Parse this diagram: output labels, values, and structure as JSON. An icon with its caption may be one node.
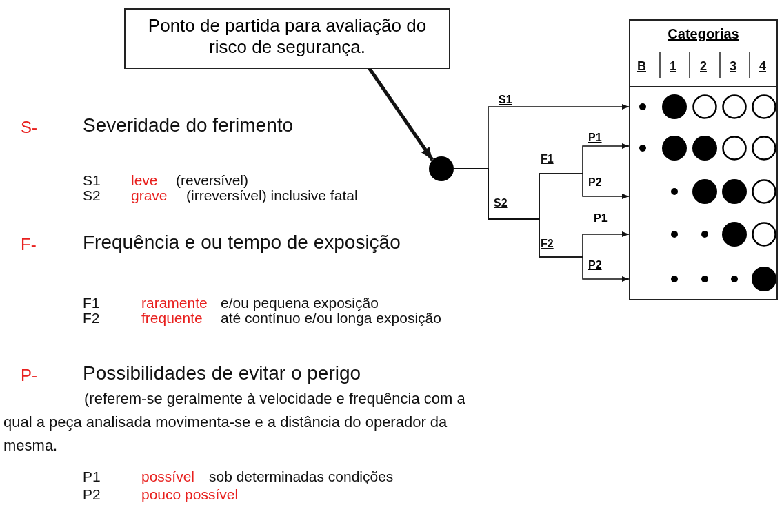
{
  "diagram": {
    "nodes": [
      {
        "text": [
          "Ponto de partida para avaliação do risco de segurança."
        ]
      },
      {
        "text": [],
        "shape": "circle"
      },
      {
        "text": [
          "Categorias"
        ]
      }
    ],
    "edges": [
      {
        "from": 1,
        "to": 2,
        "arrow": "to",
        "label": "S1"
      },
      {
        "from": 1,
        "to": 2,
        "arrow": "to",
        "label": "P1"
      },
      {
        "from": 1,
        "to": 2,
        "arrow": "to",
        "label": "P2"
      },
      {
        "from": 1,
        "to": 2,
        "arrow": "to",
        "label": "P1"
      },
      {
        "from": 1,
        "to": 2,
        "arrow": "to",
        "label": "P2"
      },
      {
        "from": 0,
        "to": 1,
        "arrow": "to",
        "style": "thick"
      }
    ],
    "labels": [
      "S-",
      "Severidade do ferimento",
      "S1",
      "leve",
      "(reversível)",
      "S2",
      "grave",
      "(irreversível) inclusive fatal",
      "F-",
      "Frequência e ou tempo de exposição",
      "F1",
      "raramente",
      "e/ou pequena exposição",
      "F2",
      "frequente",
      "até contínuo e/ou longa exposição",
      "P-",
      "Possibilidades de evitar o perigo",
      "(referem-se geralmente à velocidade e frequência com a qual a peça analisada movimenta-se e a distância do operador da mesma.",
      "P1",
      "possível",
      "sob determinadas condições",
      "P2",
      "pouco possível",
      "S2",
      "F1",
      "F2",
      "B",
      "1",
      "2",
      "3",
      "4"
    ]
  }
}
